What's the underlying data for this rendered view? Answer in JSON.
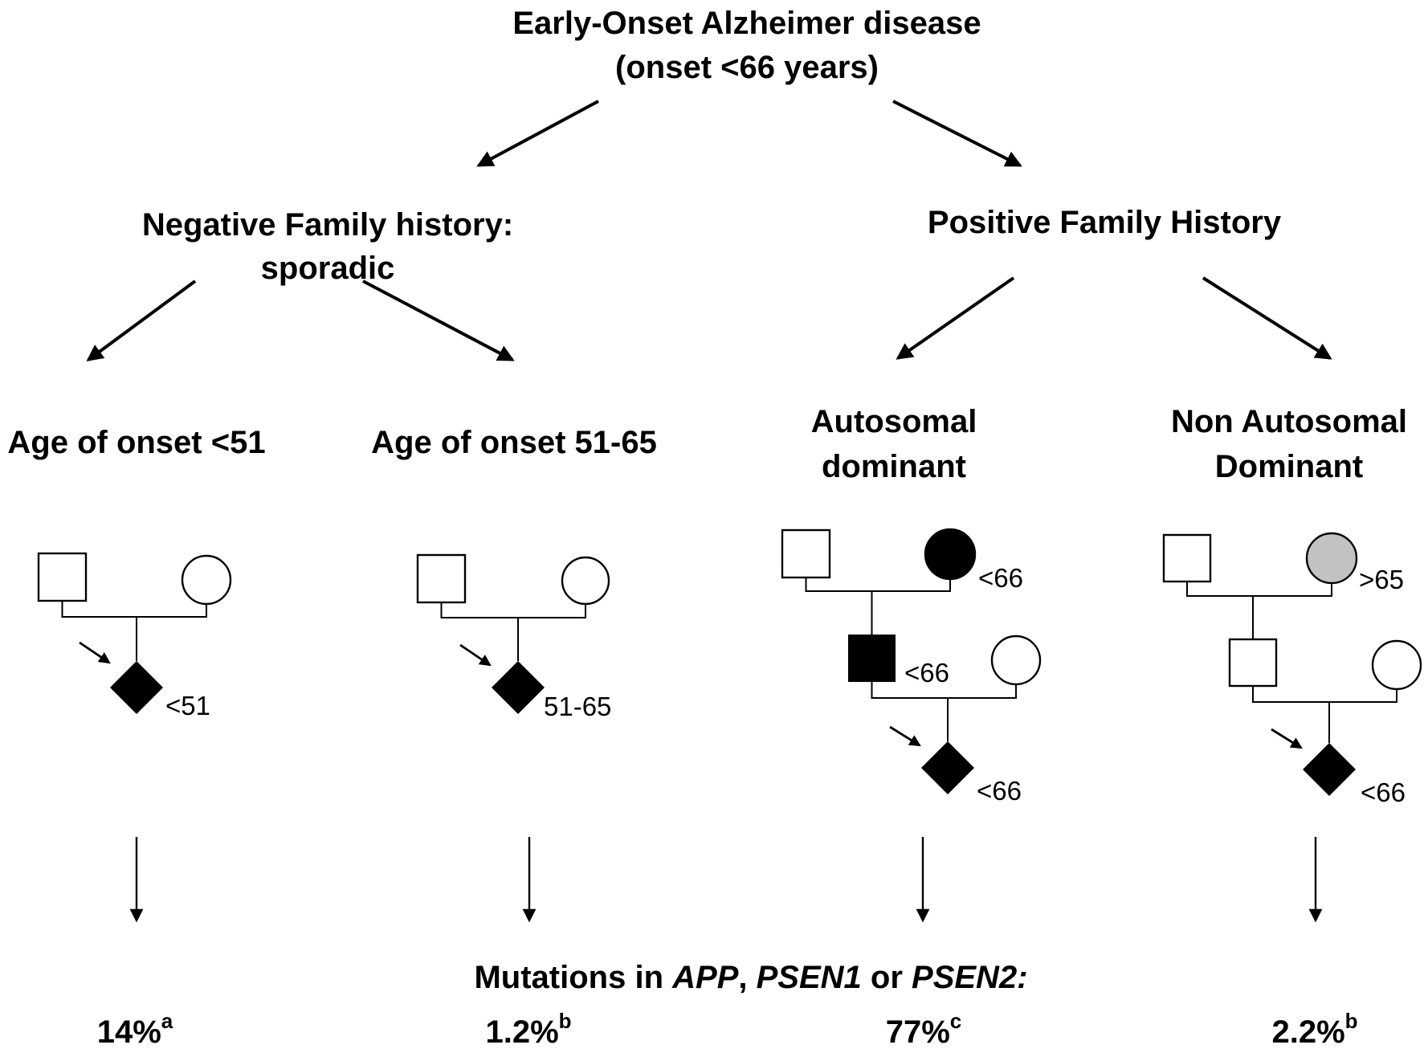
{
  "figure": {
    "title_line1": "Early-Onset Alzheimer disease",
    "title_line2": "(onset <66 years)"
  },
  "branches": {
    "negative_line1": "Negative Family history:",
    "negative_line2": "sporadic",
    "positive": "Positive Family History"
  },
  "columns": [
    {
      "header": "Age of onset <51",
      "proband_age": "<51",
      "percent": "14%",
      "footnote": "a"
    },
    {
      "header": "Age of onset 51-65",
      "proband_age": "51-65",
      "percent": "1.2%",
      "footnote": "b"
    },
    {
      "header_line1": "Autosomal",
      "header_line2": "dominant",
      "affected_mother_age": "<66",
      "affected_father_age": "<66",
      "proband_age": "<66",
      "percent": "77%",
      "footnote": "c"
    },
    {
      "header_line1": "Non Autosomal",
      "header_line2": "Dominant",
      "late_onset_grandmother_age": ">65",
      "proband_age": "<66",
      "percent": "2.2%",
      "footnote": "b"
    }
  ],
  "mutations_line": {
    "prefix": "Mutations in ",
    "gene1": "APP",
    "separator1": ", ",
    "gene2": "PSEN1",
    "separator2": " or ",
    "gene3": "PSEN2:"
  },
  "colors": {
    "ink": "#000000",
    "affected_fill": "#000000",
    "unaffected_fill": "#ffffff",
    "carrier_fill": "#c2c2c2"
  }
}
